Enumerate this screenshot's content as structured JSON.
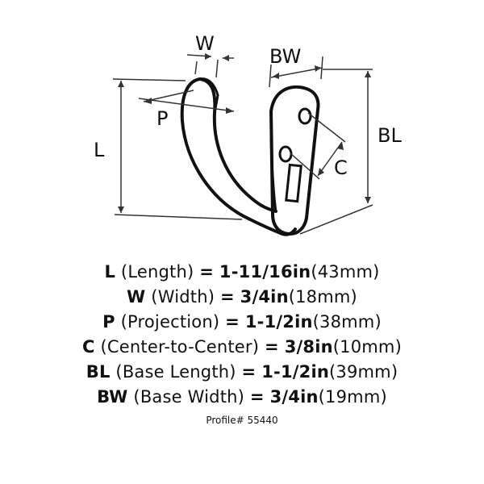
{
  "diagram": {
    "labels": {
      "W": "W",
      "BW": "BW",
      "P": "P",
      "L": "L",
      "BL": "BL",
      "C": "C"
    }
  },
  "specs": [
    {
      "abbr": "L",
      "name": "(Length)",
      "eq": "=",
      "imperial": "1-11/16in",
      "metric": "(43mm)"
    },
    {
      "abbr": "W",
      "name": "(Width)",
      "eq": "=",
      "imperial": "3/4in",
      "metric": "(18mm)"
    },
    {
      "abbr": "P",
      "name": "(Projection)",
      "eq": "=",
      "imperial": "1-1/2in",
      "metric": "(38mm)"
    },
    {
      "abbr": "C",
      "name": "(Center-to-Center)",
      "eq": "=",
      "imperial": "3/8in",
      "metric": "(10mm)"
    },
    {
      "abbr": "BL",
      "name": "(Base Length)",
      "eq": "=",
      "imperial": "1-1/2in",
      "metric": "(39mm)"
    },
    {
      "abbr": "BW",
      "name": "(Base Width)",
      "eq": "=",
      "imperial": "3/4in",
      "metric": "(19mm)"
    }
  ],
  "profile": "Profile# 55440"
}
